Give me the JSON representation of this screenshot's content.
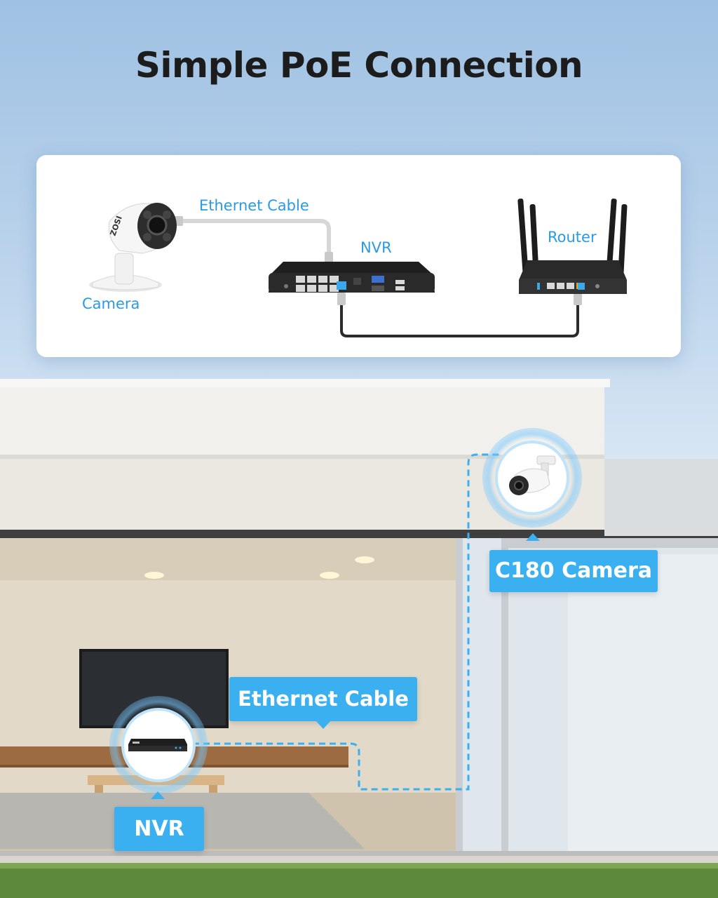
{
  "title": "Simple PoE Connection",
  "diagram": {
    "ethernet_label": "Ethernet Cable",
    "nvr_label": "NVR",
    "router_label": "Router",
    "camera_label": "Camera",
    "camera_brand": "ZOSI"
  },
  "scene": {
    "camera_callout": "C180 Camera",
    "ethernet_callout": "Ethernet Cable",
    "nvr_callout": "NVR"
  },
  "colors": {
    "accent": "#3ab0f0",
    "label_blue": "#2a9ae5",
    "title": "#1c1c1c"
  }
}
